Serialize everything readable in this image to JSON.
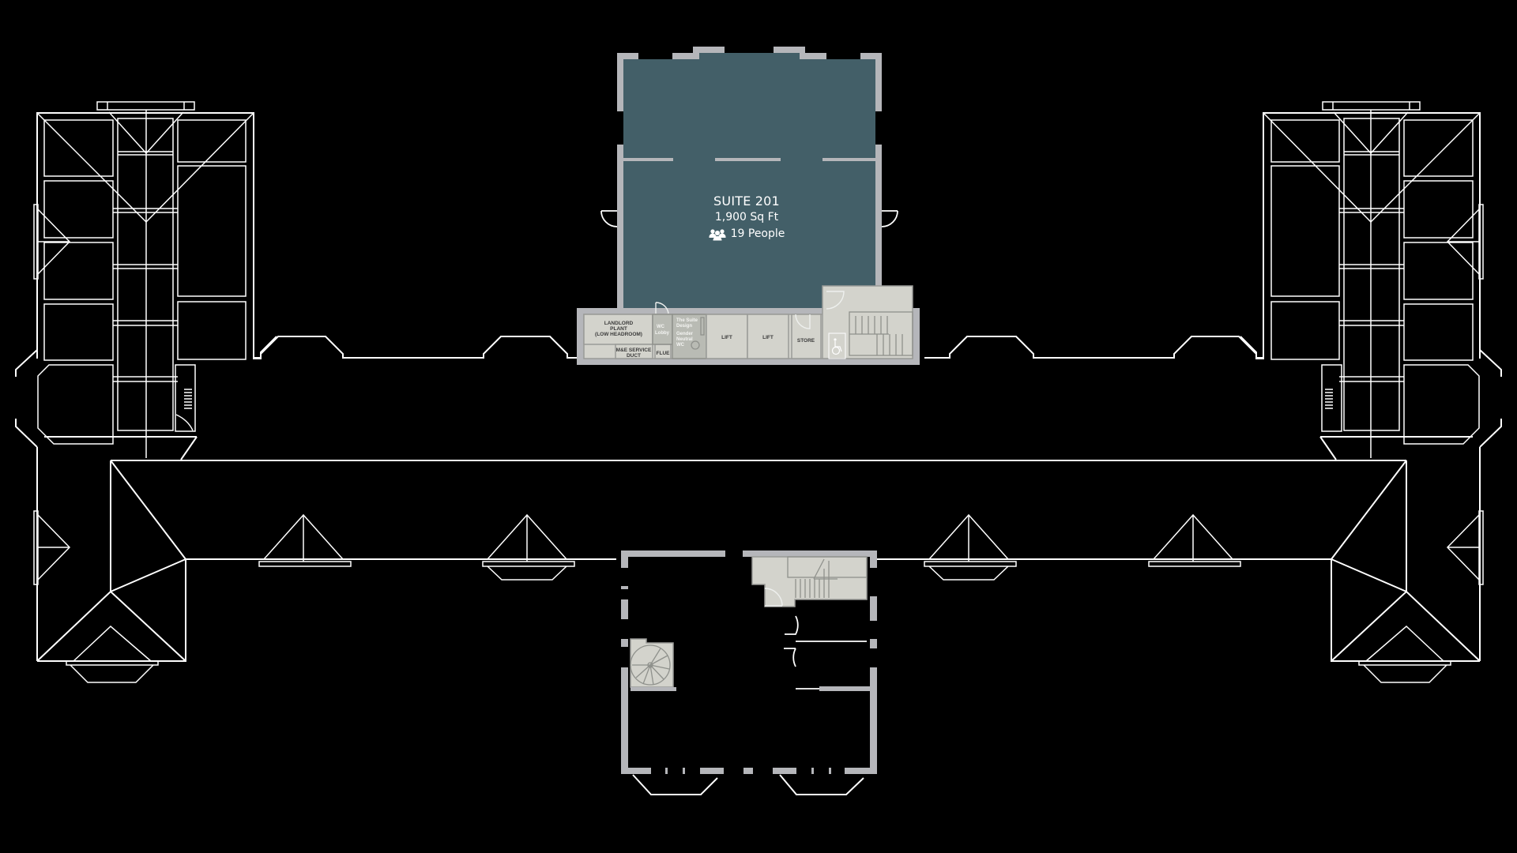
{
  "floorplan": {
    "background_color": "#000000",
    "outline_color": "#ffffff",
    "wall_color": "#b5b6ba",
    "core_color": "#d3d3cc",
    "highlight_color": "#435f68"
  },
  "suite": {
    "name": "SUITE 201",
    "area": "1,900 Sq Ft",
    "occupancy": "19 People",
    "occupancy_icon": "people-group-icon",
    "status": "highlighted"
  },
  "core_labels": {
    "landlord_plant": [
      "LANDLORD",
      "PLANT",
      "(LOW HEADROOM)"
    ],
    "mep_duct": [
      "M&E SERVICE",
      "DUCT"
    ],
    "flue": "FLUE",
    "wc_lobby": [
      "WC",
      "Lobby"
    ],
    "wc": [
      "The Suite",
      "Design",
      "Gender",
      "Neutral",
      "WC"
    ],
    "lift_1": "LIFT",
    "lift_2": "LIFT",
    "store": "STORE",
    "accessible_icon": "wheelchair-icon"
  }
}
